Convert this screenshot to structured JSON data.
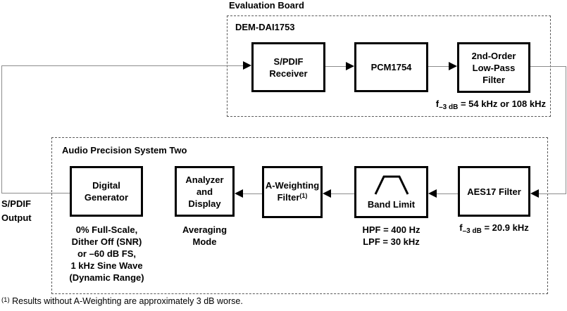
{
  "colors": {
    "line": "#8c8c8c",
    "block_border": "#000000",
    "dashed_border": "#5a5a5a",
    "background": "#ffffff"
  },
  "labels": {
    "evaluation_board": "Evaluation Board",
    "dem_dai1753": "DEM-DAI1753",
    "audio_precision": "Audio Precision System Two",
    "spdif_output_line1": "S/PDIF",
    "spdif_output_line2": "Output"
  },
  "blocks": {
    "spdif_receiver": {
      "line1": "S/PDIF",
      "line2": "Receiver"
    },
    "pcm1754": {
      "line1": "PCM1754"
    },
    "low_pass_filter": {
      "line1": "2nd-Order",
      "line2": "Low-Pass",
      "line3": "Filter"
    },
    "digital_generator": {
      "line1": "Digital",
      "line2": "Generator"
    },
    "analyzer_display": {
      "line1": "Analyzer",
      "line2": "and",
      "line3": "Display"
    },
    "a_weighting_filter": {
      "line1": "A-Weighting",
      "line2": "Filter",
      "superscript": "(1)"
    },
    "band_limit": {
      "label": "Band Limit",
      "icon": "bandpass-filter-icon"
    },
    "aes17_filter": {
      "line1": "AES17 Filter"
    }
  },
  "annotations": {
    "lpf_cutoff": {
      "f": "f",
      "sub": "–3 dB",
      "value": " = 54 kHz or 108 kHz"
    },
    "aes17_cutoff": {
      "f": "f",
      "sub": "–3 dB",
      "value": " = 20.9 kHz"
    },
    "generator_settings": [
      "0% Full-Scale,",
      "Dither Off (SNR)",
      "or –60 dB FS,",
      "1 kHz Sine Wave",
      "(Dynamic Range)"
    ],
    "analyzer_mode": [
      "Averaging",
      "Mode"
    ],
    "band_limit_settings": [
      "HPF = 400 Hz",
      "LPF = 30 kHz"
    ]
  },
  "footnote": {
    "superscript": "(1)",
    "text": " Results without A-Weighting are approximately 3 dB worse."
  }
}
